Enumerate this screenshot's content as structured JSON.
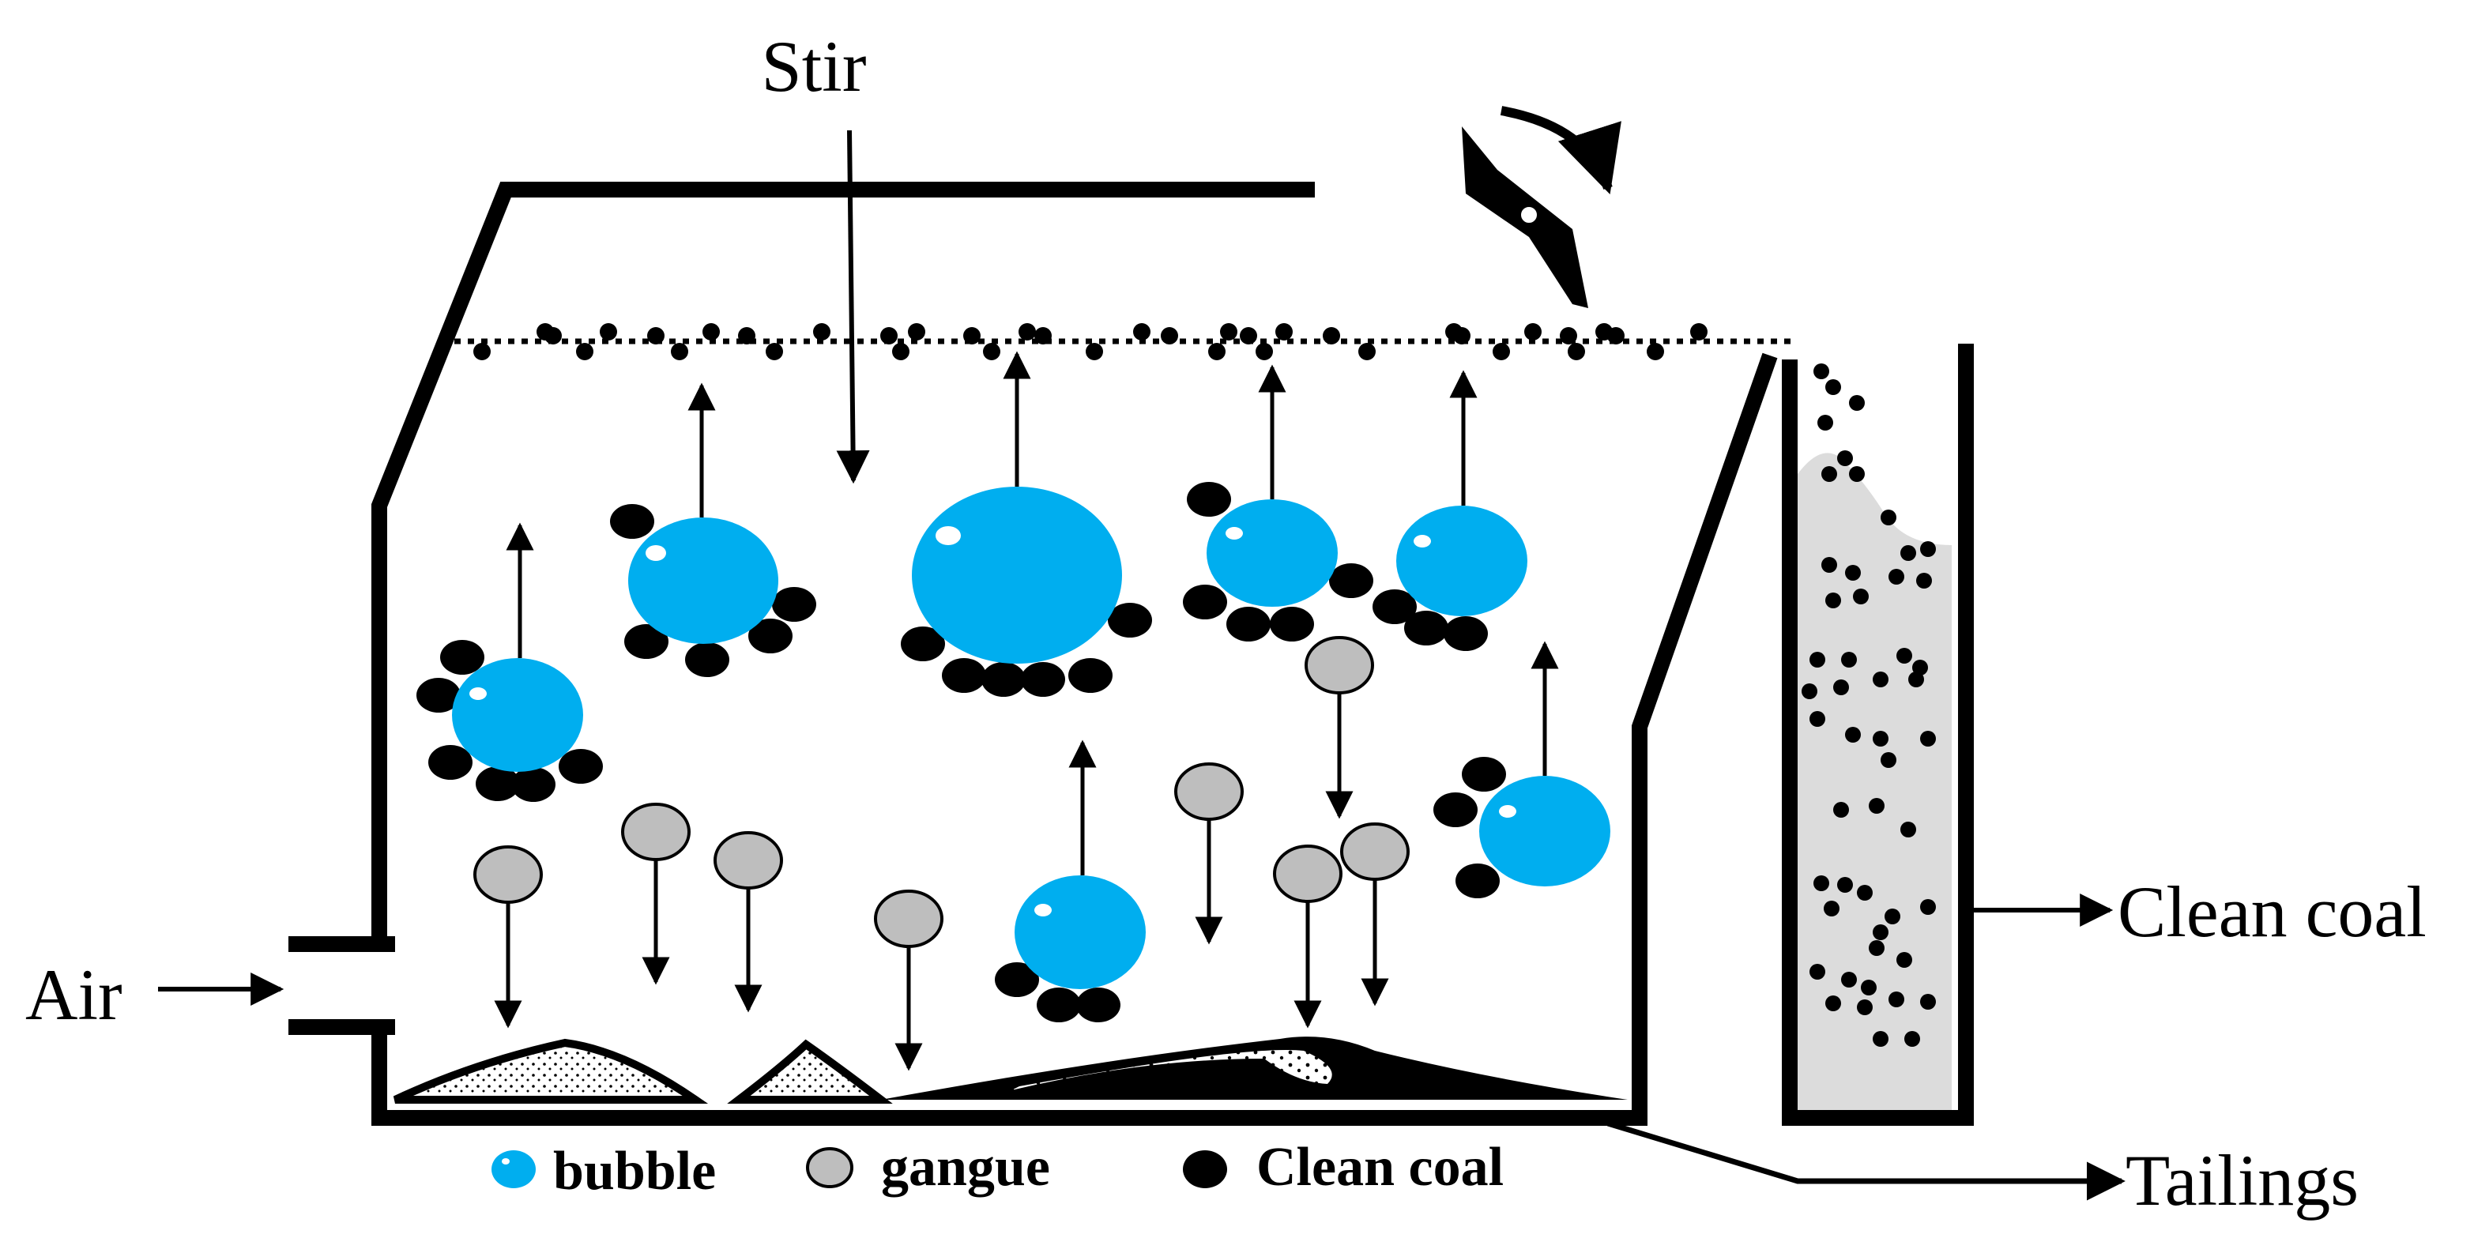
{
  "labels": {
    "stir": "Stir",
    "air": "Air",
    "clean_coal_out": "Clean coal",
    "tailings": "Tailings"
  },
  "legend": [
    {
      "name": "bubble",
      "color": "#00AEEF"
    },
    {
      "name": "gangue",
      "color": "#BEBEBE"
    },
    {
      "name": "Clean coal",
      "color": "#000000"
    }
  ],
  "colors": {
    "bubble": "#00AEEF",
    "gangue": "#BEBEBE",
    "coal": "#000000",
    "froth_column": "#DCDCDC"
  }
}
